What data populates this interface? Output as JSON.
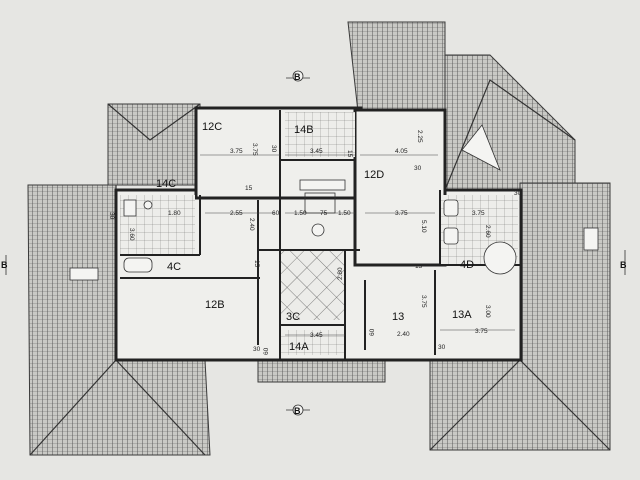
{
  "rooms": {
    "r12C": "12C",
    "r14B": "14B",
    "r12D": "12D",
    "r14C": "14C",
    "r4C": "4C",
    "r12B": "12B",
    "r3C": "3C",
    "r14A": "14A",
    "r13": "13",
    "r13A": "13A",
    "r4D": "4D"
  },
  "dimensions": {
    "d1": "3.75",
    "d2": "3.75",
    "d3": "30",
    "d4": "3.45",
    "d5": "15",
    "d6": "4.05",
    "d7": "2.25",
    "d8": "30",
    "d9": "15",
    "d10": "2.55",
    "d11": "2.40",
    "d12": "1.80",
    "d13": "3.60",
    "d14": "1.50",
    "d15": "75",
    "d16": "1.50",
    "d17": "3.75",
    "d18": "5.10",
    "d19": "3.75",
    "d20": "2.60",
    "d21": "2.80",
    "d22": "60",
    "d23": "15",
    "d24": "3.45",
    "d25": "2.40",
    "d26": "3.75",
    "d27": "3.00",
    "d28": "3.75",
    "d29": "30",
    "d30": "60",
    "d31": "60",
    "d32": "15",
    "d33": "30",
    "d34": "30",
    "d35": "30"
  },
  "markers": {
    "top": "B",
    "bottom": "B",
    "right": "B",
    "left": "B"
  }
}
